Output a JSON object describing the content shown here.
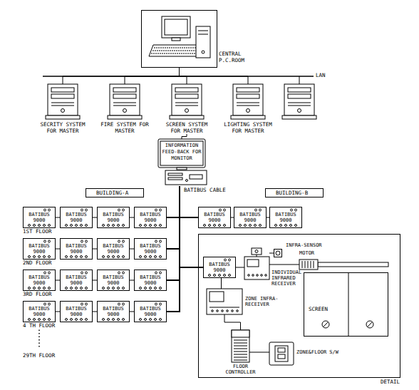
{
  "diagram": {
    "nodes": [
      {
        "text": [
          "CENTRAL P.C.ROOM"
        ]
      },
      {
        "text": [
          "SECRITY SYSTEM FOR MASTER"
        ]
      },
      {
        "text": [
          "FIRE SYSTEM FOR MASTER"
        ]
      },
      {
        "text": [
          "SCREEN SYSTEM FOR MASTER"
        ]
      },
      {
        "text": [
          "LIGHTING SYSTEM FOR MASTER"
        ]
      },
      {
        "text": [
          "INFORMATION FEED-BACK FOR MONITOR"
        ]
      },
      {
        "text": [
          "BUILDING-A"
        ]
      },
      {
        "text": [
          "BUILDING-B"
        ]
      },
      {
        "text": [
          "BATIBUS 9000"
        ]
      },
      {
        "text": [
          "BATIBUS 9000"
        ]
      },
      {
        "text": [
          "BATIBUS 9000"
        ]
      },
      {
        "text": [
          "BATIBUS 9000"
        ]
      },
      {
        "text": [
          "BATIBUS 9000"
        ]
      },
      {
        "text": [
          "BATIBUS 9000"
        ]
      },
      {
        "text": [
          "BATIBUS 9000"
        ]
      },
      {
        "text": [
          "BATIBUS 9000"
        ]
      },
      {
        "text": [
          "BATIBUS 9000"
        ]
      },
      {
        "text": [
          "BATIBUS 9000"
        ]
      },
      {
        "text": [
          "BATIBUS 9000"
        ]
      },
      {
        "text": [
          "BATIBUS 9000"
        ]
      },
      {
        "text": [
          "BATIBUS 9000"
        ]
      },
      {
        "text": [
          "BATIBUS 9000"
        ]
      },
      {
        "text": [
          "BATIBUS 9000"
        ]
      },
      {
        "text": [
          "BATIBUS 9000"
        ]
      },
      {
        "text": [
          "BATIBUS 9000"
        ]
      },
      {
        "text": [
          "BATIBUS 9000"
        ]
      },
      {
        "text": [
          "BATIBUS 9000"
        ]
      },
      {
        "text": [
          "DETAIL"
        ]
      },
      {
        "text": [
          "BATIBUS 9000"
        ],
        "in": 27
      },
      {
        "text": [
          "INFRA-SENSOR"
        ],
        "in": 27
      },
      {
        "text": [
          "MOTOR"
        ],
        "in": 27
      },
      {
        "text": [
          "INDIVIDUAL INFRARED RECEIVER"
        ],
        "in": 27
      },
      {
        "text": [
          "SCREEN"
        ],
        "in": 27
      },
      {
        "text": [
          "ZONE INFRA-RECEIVER"
        ],
        "in": 27
      },
      {
        "text": [
          "FLOOR CONTROLLER"
        ],
        "in": 27
      },
      {
        "text": [
          "ZONE&FLOOR S/W"
        ],
        "in": 27
      }
    ],
    "edges": [
      {
        "from": 0,
        "to": 1,
        "arrow": "none"
      },
      {
        "from": 0,
        "to": 2,
        "arrow": "none"
      },
      {
        "from": 0,
        "to": 3,
        "arrow": "none"
      },
      {
        "from": 0,
        "to": 4,
        "arrow": "none"
      },
      {
        "from": 3,
        "to": 5,
        "arrow": "none"
      },
      {
        "from": 5,
        "to": 11,
        "arrow": "none"
      },
      {
        "from": 5,
        "to": 12,
        "arrow": "none"
      },
      {
        "from": 5,
        "to": 18,
        "arrow": "none"
      },
      {
        "from": 5,
        "to": 22,
        "arrow": "none"
      },
      {
        "from": 5,
        "to": 26,
        "arrow": "none"
      },
      {
        "from": 5,
        "to": 28,
        "arrow": "none"
      },
      {
        "from": 8,
        "to": 9,
        "arrow": "none"
      },
      {
        "from": 9,
        "to": 10,
        "arrow": "none"
      },
      {
        "from": 10,
        "to": 11,
        "arrow": "none"
      },
      {
        "from": 12,
        "to": 13,
        "arrow": "none"
      },
      {
        "from": 13,
        "to": 14,
        "arrow": "none"
      },
      {
        "from": 15,
        "to": 16,
        "arrow": "none"
      },
      {
        "from": 16,
        "to": 17,
        "arrow": "none"
      },
      {
        "from": 17,
        "to": 18,
        "arrow": "none"
      },
      {
        "from": 19,
        "to": 20,
        "arrow": "none"
      },
      {
        "from": 20,
        "to": 21,
        "arrow": "none"
      },
      {
        "from": 21,
        "to": 22,
        "arrow": "none"
      },
      {
        "from": 23,
        "to": 24,
        "arrow": "none"
      },
      {
        "from": 24,
        "to": 25,
        "arrow": "none"
      },
      {
        "from": 25,
        "to": 26,
        "arrow": "none"
      },
      {
        "from": 28,
        "to": 31,
        "arrow": "none"
      },
      {
        "from": 29,
        "to": 31,
        "arrow": "none"
      },
      {
        "from": 31,
        "to": 30,
        "arrow": "none"
      },
      {
        "from": 28,
        "to": 33,
        "arrow": "none"
      },
      {
        "from": 33,
        "to": 34,
        "arrow": "none"
      },
      {
        "from": 34,
        "to": 35,
        "arrow": "none"
      }
    ],
    "labels": [
      "LAN",
      "BATIBUS CABLE",
      "1ST FLOOR",
      "2ND FLOOR",
      "3RD FLOOR",
      "4 TH FLOOR",
      "29TH FLOOR"
    ]
  }
}
